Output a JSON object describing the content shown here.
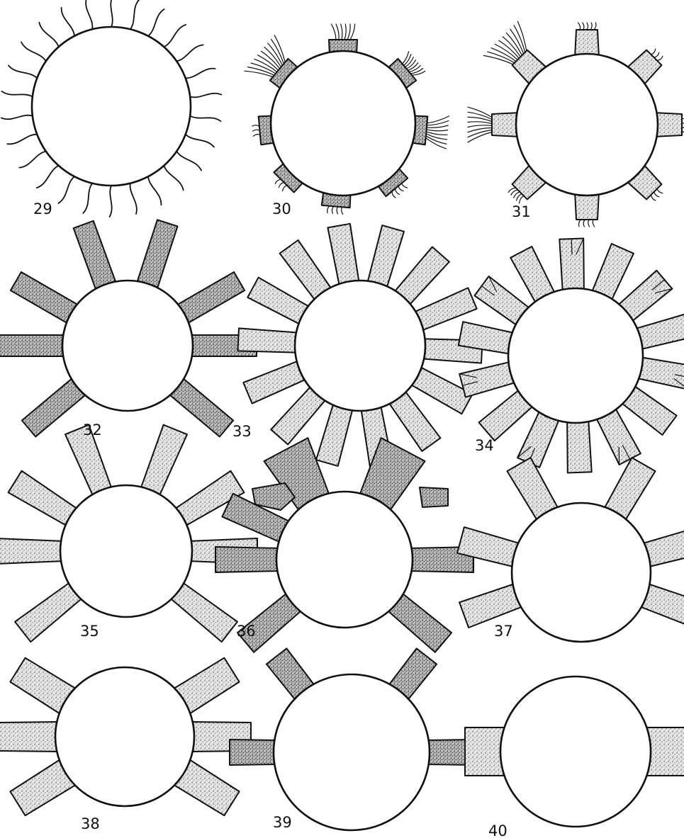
{
  "plate": {
    "background": "#ffffff",
    "ink": "#111111",
    "figures": [
      {
        "label": "29",
        "type": "filaments",
        "arms": 26
      },
      {
        "label": "30",
        "type": "knobs-with-hairs",
        "arms": 8
      },
      {
        "label": "31",
        "type": "stalks-with-hairs",
        "arms": 8
      },
      {
        "label": "32",
        "type": "stippled-arms",
        "arms": 8
      },
      {
        "label": "33",
        "type": "stippled-arms",
        "arms": 14
      },
      {
        "label": "34",
        "type": "branched-arms",
        "arms": 14
      },
      {
        "label": "35",
        "type": "stippled-arms",
        "arms": 8
      },
      {
        "label": "36",
        "type": "branched-wide-arms",
        "arms": 8
      },
      {
        "label": "37",
        "type": "stippled-arms",
        "arms": 6
      },
      {
        "label": "38",
        "type": "stippled-arms",
        "arms": 6
      },
      {
        "label": "39",
        "type": "stippled-arms",
        "arms": 4
      },
      {
        "label": "40",
        "type": "stippled-arms",
        "arms": 2
      }
    ]
  }
}
